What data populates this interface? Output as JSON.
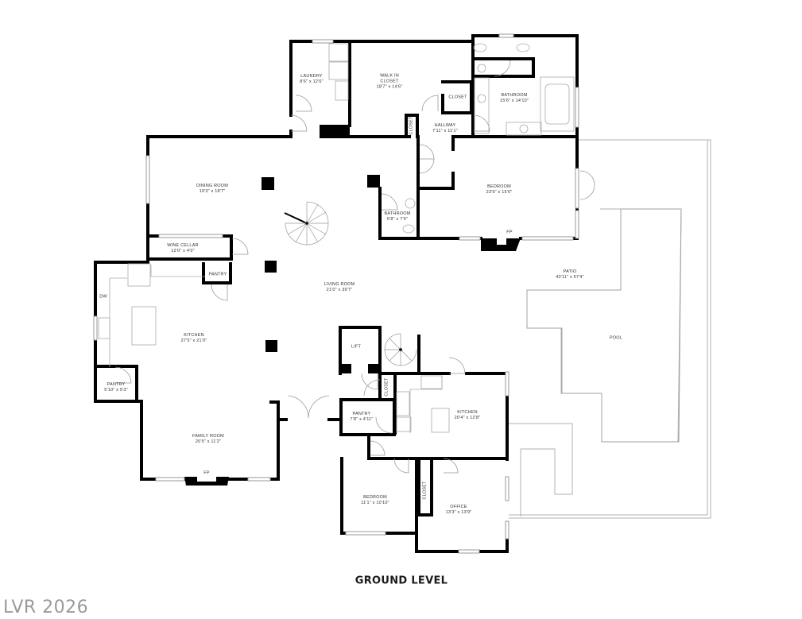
{
  "plan": {
    "level_title": "GROUND LEVEL",
    "watermark": "LVR 2026",
    "rooms": {
      "laundry": {
        "name": "Laundry",
        "dims": "8'6\" x 12'6\""
      },
      "walk_in_closet": {
        "name": "Walk In Closet",
        "dims": "18'7\" x 14'6\""
      },
      "closet_upper": {
        "name": "Closet"
      },
      "bathroom_master": {
        "name": "Bathroom",
        "dims": "15'6\" x 14'10\""
      },
      "closet_hall": {
        "name": "Closet"
      },
      "hallway": {
        "name": "Hallway",
        "dims": "7'11\" x 11'1\""
      },
      "dining_room": {
        "name": "Dining Room",
        "dims": "19'3\" x 18'7\""
      },
      "bathroom_small": {
        "name": "Bathroom",
        "dims": "5'8\" x 7'6\""
      },
      "bedroom_main": {
        "name": "Bedroom",
        "dims": "23'9\" x 15'0\""
      },
      "fp_bedroom": {
        "name": "FP"
      },
      "wine_cellar": {
        "name": "Wine Cellar",
        "dims": "12'0\" x 4'0\""
      },
      "pantry_top": {
        "name": "Pantry"
      },
      "living_room": {
        "name": "Living Room",
        "dims": "21'0\" x 39'7\""
      },
      "dw": {
        "name": "DW"
      },
      "kitchen_main": {
        "name": "Kitchen",
        "dims": "27'5\" x 21'0\""
      },
      "pantry_left": {
        "name": "Pantry",
        "dims": "5'10\" x 5'3\""
      },
      "family_room": {
        "name": "Family Room",
        "dims": "20'5\" x 11'2\""
      },
      "fp_family": {
        "name": "FP"
      },
      "lift": {
        "name": "Lift"
      },
      "closet_kitchen2": {
        "name": "Closet"
      },
      "pantry_small": {
        "name": "Pantry",
        "dims": "7'8\" x 4'11\""
      },
      "kitchen_second": {
        "name": "Kitchen",
        "dims": "20'4\" x 12'8\""
      },
      "bedroom_small": {
        "name": "Bedroom",
        "dims": "11'1\" x 10'10\""
      },
      "closet_office": {
        "name": "Closet"
      },
      "office": {
        "name": "Office",
        "dims": "13'3\" x 13'9\""
      },
      "patio": {
        "name": "Patio",
        "dims": "43'11\" x 57'4\""
      },
      "pool": {
        "name": "Pool"
      }
    }
  },
  "colors": {
    "wall": "#000000",
    "fixture": "#aaaaaa",
    "text": "#333333",
    "watermark": "#9a9a9a"
  }
}
